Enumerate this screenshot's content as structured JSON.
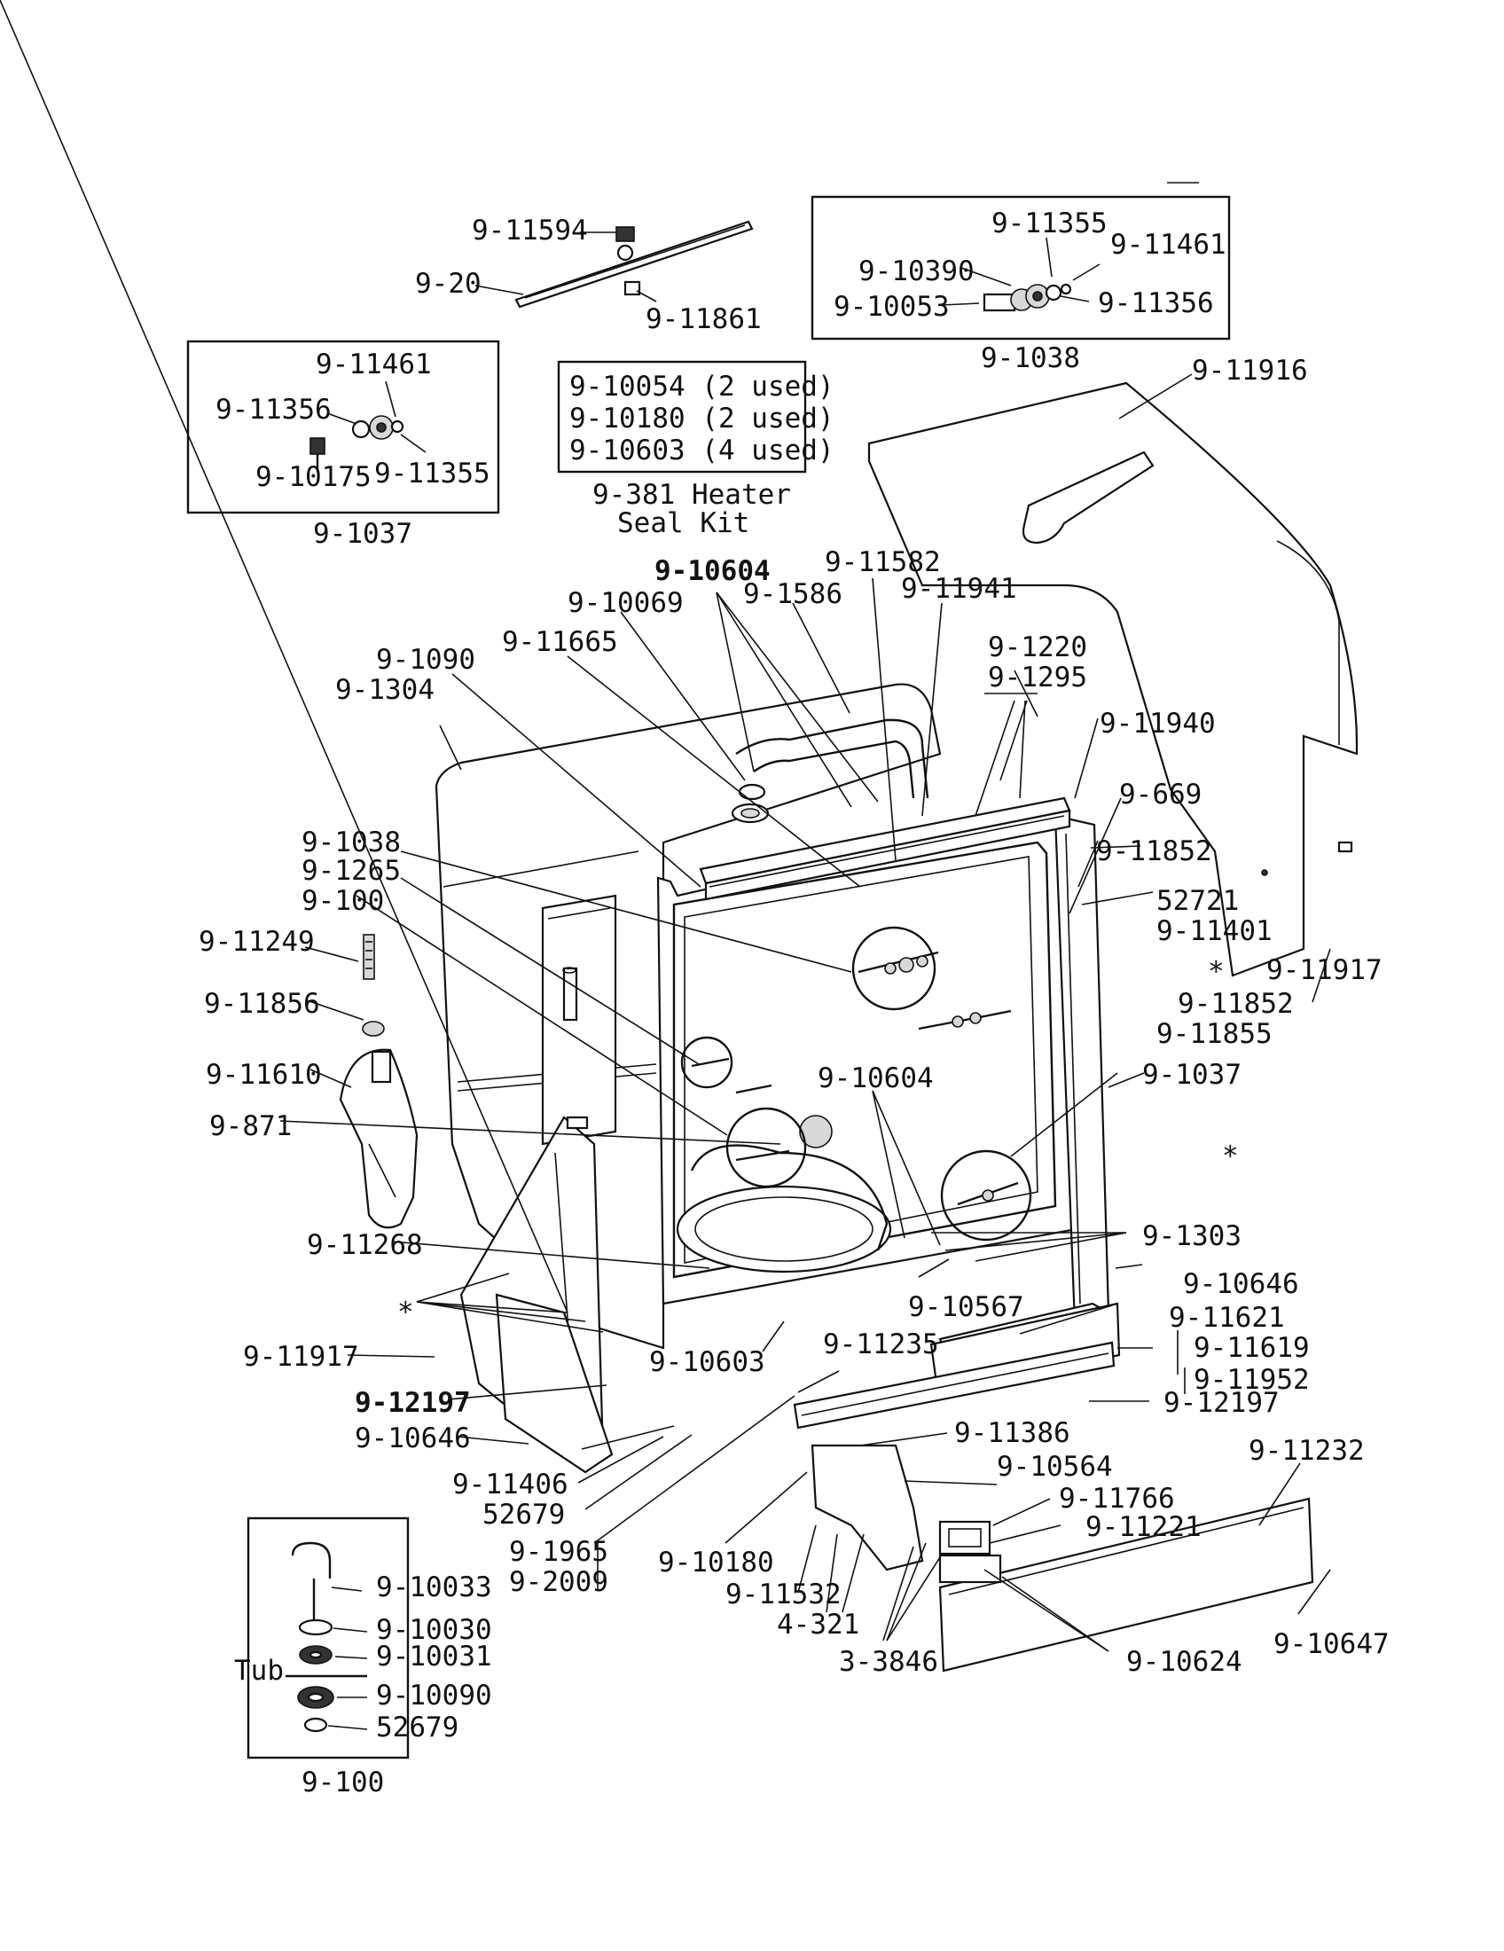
{
  "boxes": {
    "heater_seal_kit": {
      "lines": [
        "9-10054 (2 used)",
        "9-10180 (2 used)",
        "9-10603 (4 used)"
      ],
      "caption_1": "9-381 Heater",
      "caption_2": "Seal Kit"
    },
    "box_1037": {
      "caption": "9-1037",
      "labels": [
        "9-11461",
        "9-11356",
        "9-10175",
        "9-11355"
      ]
    },
    "box_1038": {
      "caption": "9-1038",
      "labels": [
        "9-11355",
        "9-11461",
        "9-10390",
        "9-10053",
        "9-11356"
      ]
    },
    "box_100": {
      "caption": "9-100",
      "tub": "Tub",
      "labels": [
        "9-10033",
        "9-10030",
        "9-10031",
        "9-10090",
        "52679"
      ]
    }
  },
  "top_labels": [
    "9-11594",
    "9-20",
    "9-11861",
    "9-11916"
  ],
  "callouts": [
    "9-10604",
    "9-11582",
    "9-10069",
    "9-1586",
    "9-11941",
    "9-11665",
    "9-1220",
    "9-1295",
    "9-1090",
    "9-1304",
    "9-11940",
    "9-669",
    "9-11852",
    "52721",
    "9-11401",
    "9-11917",
    "9-1038",
    "9-1265",
    "9-100",
    "9-11249",
    "9-11856",
    "9-11852",
    "9-11855",
    "9-11610",
    "9-10604",
    "9-1037",
    "9-871",
    "9-11268",
    "9-1303",
    "9-10646",
    "9-10567",
    "9-11621",
    "9-11619",
    "9-11952",
    "9-11917",
    "9-10603",
    "9-11235",
    "9-12197",
    "9-12197",
    "9-10646",
    "9-11386",
    "9-11232",
    "9-11406",
    "9-10564",
    "52679",
    "9-11766",
    "9-11221",
    "9-1965",
    "9-2009",
    "9-10180",
    "9-11532",
    "4-321",
    "3-3846",
    "9-10624",
    "9-10647"
  ],
  "markers": [
    "*",
    "*",
    "*"
  ]
}
